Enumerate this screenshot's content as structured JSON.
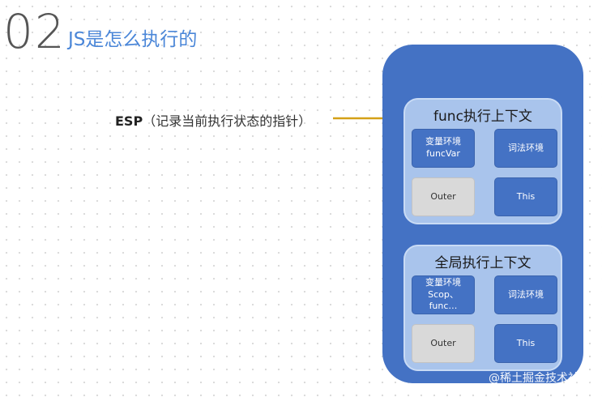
{
  "header": {
    "number": "02",
    "title": "JS是怎么执行的"
  },
  "esp": {
    "label": "ESP",
    "description": "（记录当前执行状态的指针）"
  },
  "stack": {
    "func_ctx": {
      "title": "func执行上下文",
      "variable_env": [
        "变量环境",
        "funcVar"
      ],
      "lexical_env": "词法环境",
      "outer": "Outer",
      "this": "This"
    },
    "global_ctx": {
      "title": "全局执行上下文",
      "variable_env": [
        "变量环境",
        "Scop、",
        "func…"
      ],
      "lexical_env": "词法环境",
      "outer": "Outer",
      "this": "This"
    }
  },
  "watermark": "@稀土掘金技术社区",
  "colors": {
    "stack": "#4472c4",
    "context": "#a9c4ec",
    "arrow": "#d4a017",
    "title": "#4a86d8"
  }
}
